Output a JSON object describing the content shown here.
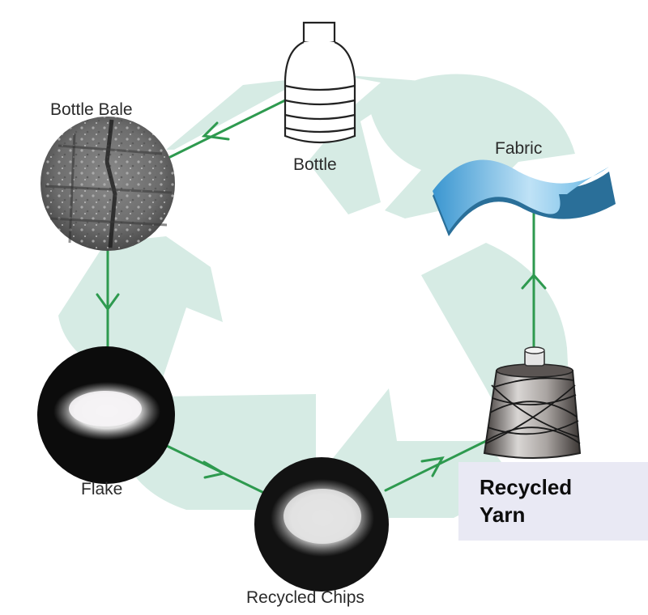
{
  "diagram": {
    "type": "recycling-cycle",
    "colors": {
      "background_symbol": "#d6ebe4",
      "arrow": "#2e9a4f",
      "label_box": "#e9e9f4",
      "fabric_blue": "#4aa8dc"
    },
    "background_icon": "recycle-symbol",
    "nodes": [
      {
        "id": "bottle",
        "label": "Bottle",
        "icon": "plastic-bottle-icon"
      },
      {
        "id": "bottle_bale",
        "label": "Bottle Bale",
        "icon": "bale-photo"
      },
      {
        "id": "flake",
        "label": "Flake",
        "icon": "flake-photo"
      },
      {
        "id": "recycled_chips",
        "label": "Recycled Chips",
        "icon": "chips-photo"
      },
      {
        "id": "recycled_yarn",
        "label": "Recycled\nYarn",
        "icon": "yarn-cone-icon"
      },
      {
        "id": "fabric",
        "label": "Fabric",
        "icon": "fabric-sheet-icon"
      }
    ],
    "edges": [
      {
        "from": "bottle",
        "to": "bottle_bale"
      },
      {
        "from": "bottle_bale",
        "to": "flake"
      },
      {
        "from": "flake",
        "to": "recycled_chips"
      },
      {
        "from": "recycled_chips",
        "to": "recycled_yarn"
      },
      {
        "from": "recycled_yarn",
        "to": "fabric"
      }
    ]
  }
}
